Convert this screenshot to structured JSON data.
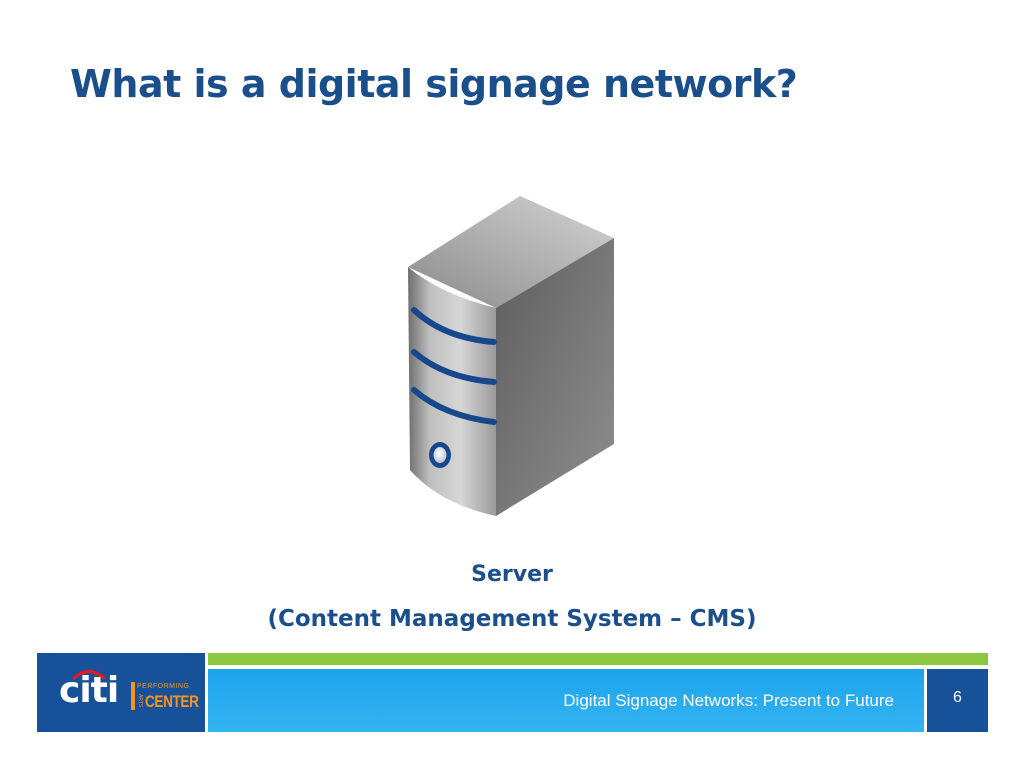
{
  "slide": {
    "title": "What is a digital signage network?",
    "caption_line1": "Server",
    "caption_line2": "(Content Management System – CMS)"
  },
  "illustration": {
    "icon": "server-tower-icon",
    "accent_color": "#17488c"
  },
  "footer": {
    "text": "Digital Signage Networks: Present to Future",
    "page_number": "6",
    "logo": {
      "brand": "citi",
      "performing": "PERFORMING",
      "arts": "ARTS",
      "center": "CENTER"
    },
    "colors": {
      "dark_blue": "#17519a",
      "light_blue": "#1da3ec",
      "green": "#8dc63f",
      "orange": "#f7941d"
    }
  }
}
